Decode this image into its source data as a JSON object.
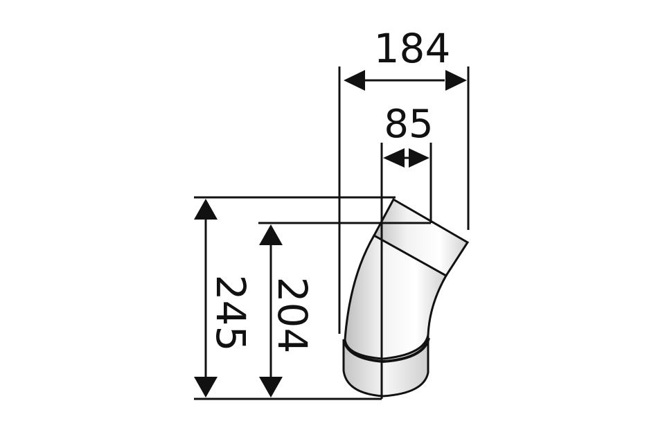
{
  "diagram": {
    "subject": "pipe-elbow-bend",
    "units": "mm",
    "dimensions": {
      "overall_width": "184",
      "offset_width": "85",
      "overall_height": "245",
      "inner_height": "204"
    },
    "colors": {
      "line": "#111111",
      "pipe_light": "#f4f4f4",
      "pipe_shade": "#c8c8c8",
      "background": "#ffffff"
    }
  }
}
